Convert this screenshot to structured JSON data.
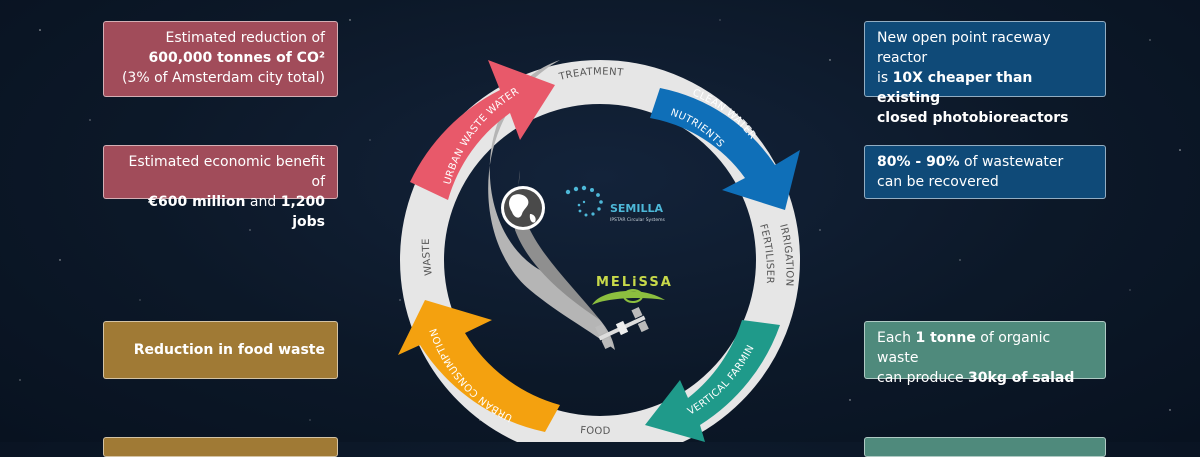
{
  "left_boxes": [
    {
      "pre": "Estimated reduction of",
      "strong": "600,000 tonnes of CO²",
      "post": "(3% of Amsterdam city total)"
    },
    {
      "pre": "Estimated economic benefit of",
      "strong1": "€600 million",
      "mid": " and ",
      "strong2": "1,200 jobs"
    },
    {
      "strong": "Reduction in food waste"
    }
  ],
  "right_boxes": [
    {
      "line1": "New open point  raceway reactor",
      "line2_pre": "is ",
      "line2_strong": "10X cheaper than existing",
      "line3_strong": "closed photobioreactors"
    },
    {
      "strong": "80% - 90%",
      "rest": " of wastewater",
      "line2": "can be recovered"
    },
    {
      "pre": "Each ",
      "strong1": "1 tonne",
      "mid": " of organic waste",
      "line2_pre": "can produce ",
      "strong2": "30kg of salad"
    }
  ],
  "cycle": {
    "treatment": "TREATMENT",
    "clean_water": "CLEAN WATER",
    "nutrients": "NUTRIENTS",
    "irrigation": "IRRIGATION",
    "fertiliser": "FERTILISER",
    "vertical_farming": "VERTICAL FARMING",
    "food": "FOOD",
    "urban_consumption": "URBAN CONSUMPTION",
    "waste": "WASTE",
    "urban_waste_water": "URBAN WASTE WATER"
  },
  "logos": {
    "semilla": "SEMILLA",
    "semilla_sub": "IPSTAR Circular Systems",
    "melissa": "MELiSSA"
  },
  "colors": {
    "red": "#e8596a",
    "blue": "#0f6fb8",
    "teal": "#1f9a8a",
    "orange": "#f4a10f",
    "ring": "#e6e6e6"
  }
}
